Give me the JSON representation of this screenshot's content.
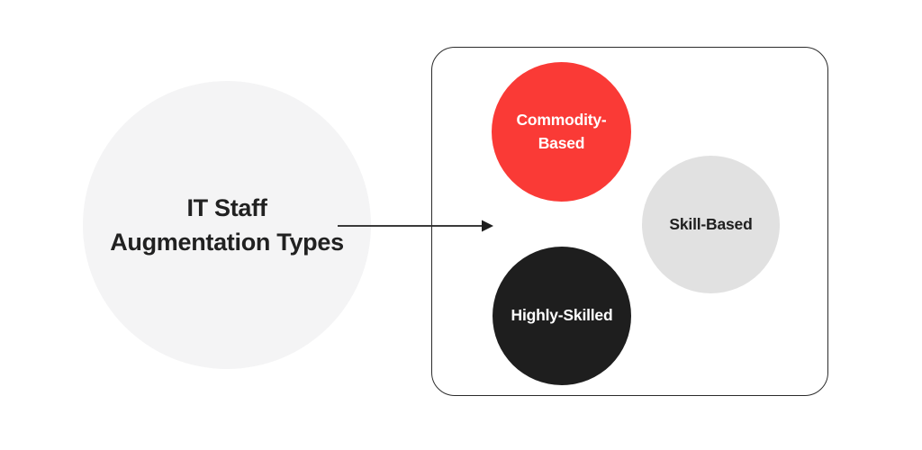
{
  "diagram": {
    "title": "IT Staff Augmentation Types",
    "concept": {
      "label": "IT Staff Augmentation Types",
      "shape": "circle",
      "fill": "#f4f4f5",
      "text_color": "#212121"
    },
    "connector": {
      "name": "arrow-right",
      "direction": "right",
      "color": "#1f1f1f"
    },
    "panel": {
      "border_color": "#2b2b2b",
      "corner_radius": 26
    },
    "types": [
      {
        "label": "Commodity-Based",
        "fill": "#fa3a36",
        "text_color": "#ffffff"
      },
      {
        "label": "Skill-Based",
        "fill": "#e1e1e1",
        "text_color": "#1f1f1f"
      },
      {
        "label": "Highly-Skilled",
        "fill": "#1e1e1e",
        "text_color": "#ffffff"
      }
    ]
  }
}
